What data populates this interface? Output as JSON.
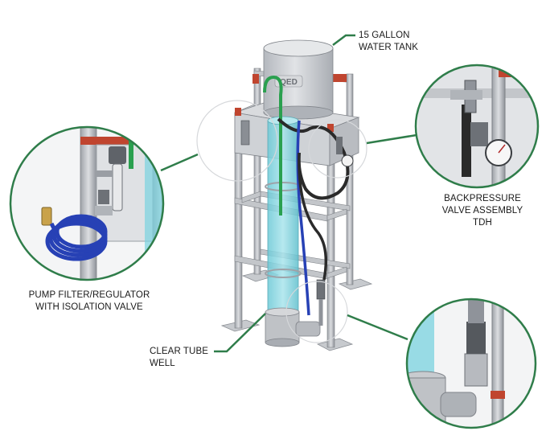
{
  "labels": {
    "tank": [
      "15 GALLON",
      "WATER TANK"
    ],
    "backpressure": [
      "BACKPRESSURE",
      "VALVE ASSEMBLY",
      "TDH"
    ],
    "pump": [
      "PUMP FILTER/REGULATOR",
      "WITH ISOLATION VALVE"
    ],
    "clear_tube": [
      "CLEAR TUBE",
      "WELL"
    ]
  },
  "tank_logo": "QED",
  "colors": {
    "leader_green": "#2f7d4a",
    "frame_gray": "#b9bcc0",
    "frame_dark": "#7d8186",
    "tube_cyan": "#79d3df",
    "hose_blue": "#2741b5",
    "hose_black": "#2a2a2a",
    "pipe_green": "#2aa04f",
    "bracket_red": "#c0452f",
    "tank_gray": "#c9ccd1"
  }
}
